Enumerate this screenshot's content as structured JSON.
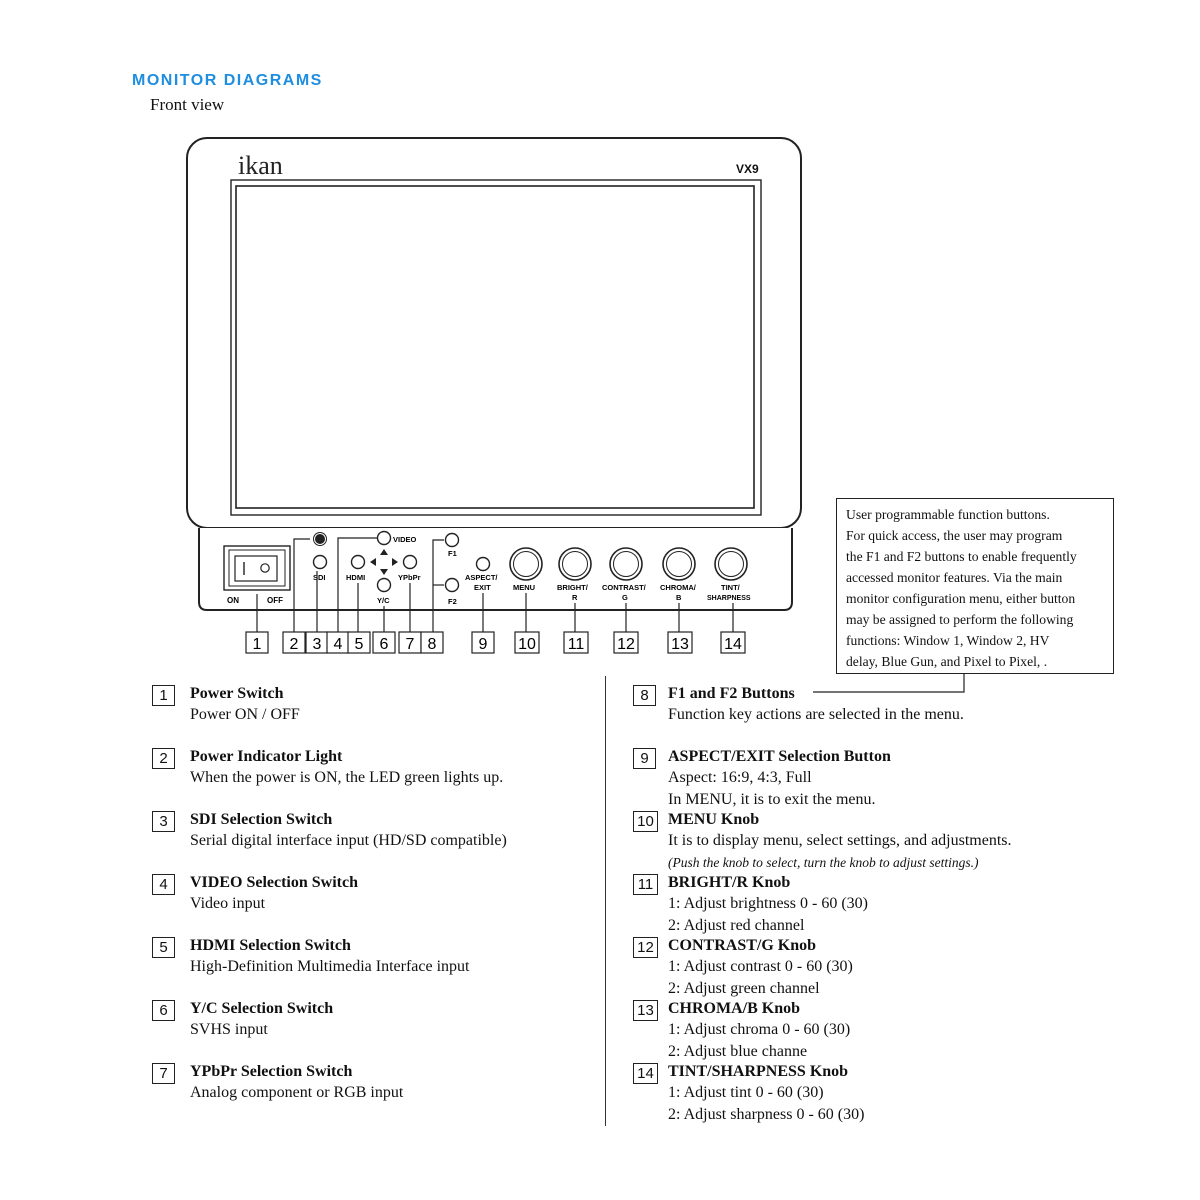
{
  "heading": "MONITOR DIAGRAMS",
  "subheading": "Front view",
  "monitor": {
    "brand": "ikan",
    "model": "VX9",
    "controls": {
      "sdi": "SDI",
      "video": "VIDEO",
      "hdmi": "HDMI",
      "ypbpr": "YPbPr",
      "yc": "Y/C",
      "on": "ON",
      "off": "OFF",
      "f1": "F1",
      "f2": "F2",
      "aspect_line1": "ASPECT/",
      "aspect_line2": "EXIT",
      "menu": "MENU",
      "bright_line1": "BRIGHT/",
      "bright_line2": "R",
      "contrast_line1": "CONTRAST/",
      "contrast_line2": "G",
      "chroma_line1": "CHROMA/",
      "chroma_line2": "B",
      "tint_line1": "TINT/",
      "tint_line2": "SHARPNESS"
    },
    "callout_numbers": [
      "1",
      "2",
      "3",
      "4",
      "5",
      "6",
      "7",
      "8",
      "9",
      "10",
      "11",
      "12",
      "13",
      "14"
    ]
  },
  "callout_box": {
    "lines": [
      "User programmable function buttons.",
      "For quick access, the user may program",
      "the F1 and F2 buttons to enable frequently",
      "accessed monitor features. Via the main",
      "monitor configuration menu, either button",
      "may be assigned to perform the following",
      "functions: Window 1, Window 2, HV",
      "delay, Blue Gun, and Pixel to Pixel,   ."
    ]
  },
  "legend_left": [
    {
      "num": "1",
      "title": "Power Switch",
      "lines": [
        "Power ON / OFF"
      ]
    },
    {
      "num": "2",
      "title": "Power Indicator Light",
      "lines": [
        "When the power is ON, the LED green lights up."
      ]
    },
    {
      "num": "3",
      "title": "SDI Selection Switch",
      "lines": [
        "Serial digital interface input (HD/SD compatible)"
      ]
    },
    {
      "num": "4",
      "title": "VIDEO Selection Switch",
      "lines": [
        "Video input"
      ]
    },
    {
      "num": "5",
      "title": "HDMI Selection Switch",
      "lines": [
        "High-Definition Multimedia Interface input"
      ]
    },
    {
      "num": "6",
      "title": "Y/C Selection Switch",
      "lines": [
        "SVHS input"
      ]
    },
    {
      "num": "7",
      "title": "YPbPr Selection Switch",
      "lines": [
        "Analog component or RGB input"
      ]
    }
  ],
  "legend_right": [
    {
      "num": "8",
      "title": "F1 and F2 Buttons",
      "lines": [
        "Function key actions are selected in the menu."
      ]
    },
    {
      "num": "9",
      "title": "ASPECT/EXIT Selection Button",
      "lines": [
        "Aspect: 16:9, 4:3, Full",
        "In MENU, it is to exit the menu."
      ]
    },
    {
      "num": "10",
      "title": "MENU Knob",
      "lines": [
        "It is to display menu, select settings, and adjustments."
      ],
      "note": "(Push the knob to select, turn the knob to adjust settings.)"
    },
    {
      "num": "11",
      "title": "BRIGHT/R Knob",
      "lines": [
        "1: Adjust brightness 0 - 60 (30)",
        "2: Adjust red channel"
      ]
    },
    {
      "num": "12",
      "title": "CONTRAST/G Knob",
      "lines": [
        "1: Adjust contrast 0 - 60 (30)",
        "2: Adjust green channel"
      ]
    },
    {
      "num": "13",
      "title": "CHROMA/B Knob",
      "lines": [
        "1: Adjust chroma 0 - 60 (30)",
        "2: Adjust blue channe"
      ]
    },
    {
      "num": "14",
      "title": "TINT/SHARPNESS Knob",
      "lines": [
        "1: Adjust tint 0 - 60 (30)",
        "2: Adjust sharpness 0 - 60 (30)"
      ]
    }
  ]
}
